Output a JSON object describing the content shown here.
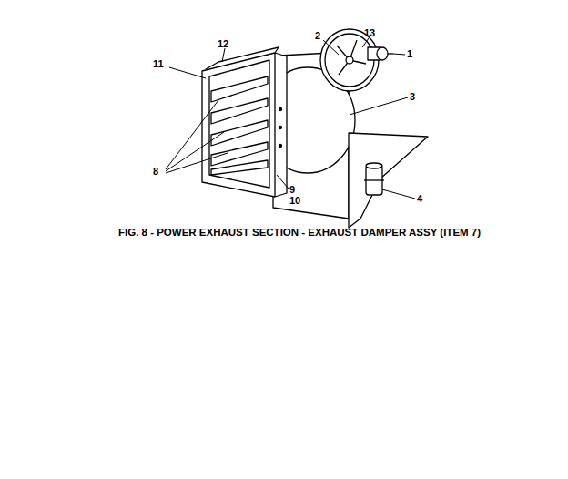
{
  "diagram": {
    "caption": "FIG. 8 - POWER EXHAUST SECTION - EXHAUST DAMPER ASSY (ITEM 7)",
    "labels": [
      "12",
      "11",
      "2",
      "13",
      "1",
      "3",
      "8",
      "9",
      "10",
      "4"
    ]
  }
}
